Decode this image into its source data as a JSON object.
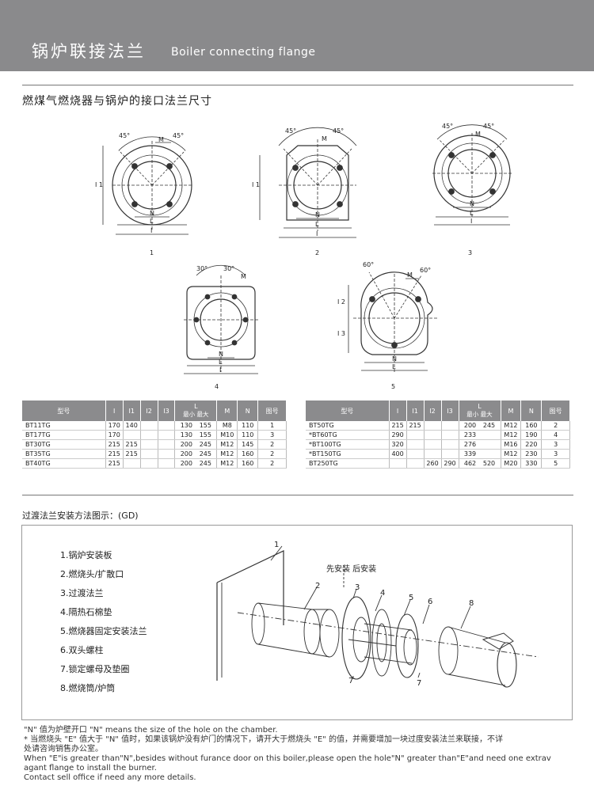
{
  "header": {
    "title_cn": "锅炉联接法兰",
    "title_en": "Boiler connecting flange"
  },
  "subtitle": "燃煤气燃烧器与锅炉的接口法兰尺寸",
  "figures": {
    "fig1": {
      "number": "1",
      "angle": "45°",
      "m": "M",
      "n": "N",
      "l": "L",
      "i": "I",
      "i1": "I 1"
    },
    "fig2": {
      "number": "2",
      "angle": "45°",
      "m": "M",
      "n": "N",
      "l": "L",
      "i": "I",
      "i1": "I 1"
    },
    "fig3": {
      "number": "3",
      "angle": "45°",
      "m": "M",
      "n": "N",
      "l": "L",
      "i": "I"
    },
    "fig4": {
      "number": "4",
      "angle": "30°",
      "m": "M",
      "n": "N",
      "l": "L",
      "i": "I"
    },
    "fig5": {
      "number": "5",
      "angle": "60°",
      "m": "M",
      "n": "N",
      "l": "L",
      "i2": "I 2",
      "i3": "I 3"
    }
  },
  "table_headers": {
    "model": "型号",
    "i": "I",
    "i1": "I1",
    "i2": "I2",
    "i3": "I3",
    "l": "L",
    "l_min_max": "最小 最大",
    "m": "M",
    "n": "N",
    "fig": "图号"
  },
  "table_left": [
    {
      "model": "BT11TG",
      "i": "170",
      "i1": "140",
      "i2": "",
      "i3": "",
      "lmin": "130",
      "lmax": "155",
      "m": "M8",
      "n": "110",
      "fig": "1"
    },
    {
      "model": "BT17TG",
      "i": "170",
      "i1": "",
      "i2": "",
      "i3": "",
      "lmin": "130",
      "lmax": "155",
      "m": "M10",
      "n": "110",
      "fig": "3"
    },
    {
      "model": "BT30TG",
      "i": "215",
      "i1": "215",
      "i2": "",
      "i3": "",
      "lmin": "200",
      "lmax": "245",
      "m": "M12",
      "n": "145",
      "fig": "2"
    },
    {
      "model": "BT35TG",
      "i": "215",
      "i1": "215",
      "i2": "",
      "i3": "",
      "lmin": "200",
      "lmax": "245",
      "m": "M12",
      "n": "160",
      "fig": "2"
    },
    {
      "model": "BT40TG",
      "i": "215",
      "i1": "",
      "i2": "",
      "i3": "",
      "lmin": "200",
      "lmax": "245",
      "m": "M12",
      "n": "160",
      "fig": "2"
    }
  ],
  "table_right": [
    {
      "model": "BT50TG",
      "i": "215",
      "i1": "215",
      "i2": "",
      "i3": "",
      "lmin": "200",
      "lmax": "245",
      "m": "M12",
      "n": "160",
      "fig": "2"
    },
    {
      "model": "*BT60TG",
      "i": "290",
      "i1": "",
      "i2": "",
      "i3": "",
      "lmin": "233",
      "lmax": "",
      "m": "M12",
      "n": "190",
      "fig": "4"
    },
    {
      "model": "*BT100TG",
      "i": "320",
      "i1": "",
      "i2": "",
      "i3": "",
      "lmin": "276",
      "lmax": "",
      "m": "M16",
      "n": "220",
      "fig": "3"
    },
    {
      "model": "*BT150TG",
      "i": "400",
      "i1": "",
      "i2": "",
      "i3": "",
      "lmin": "339",
      "lmax": "",
      "m": "M12",
      "n": "230",
      "fig": "3"
    },
    {
      "model": "BT250TG",
      "i": "",
      "i1": "",
      "i2": "260",
      "i3": "290",
      "lmin": "462",
      "lmax": "520",
      "m": "M20",
      "n": "330",
      "fig": "5"
    }
  ],
  "installation": {
    "title": "过渡法兰安装方法图示：(GD)",
    "legend": [
      "1.锅炉安装板",
      "2.燃烧头/扩散口",
      "3.过渡法兰",
      "4.隔热石棉垫",
      "5.燃烧器固定安装法兰",
      "6.双头螺柱",
      "7.锁定螺母及垫圈",
      "8.燃烧筒/炉筒"
    ],
    "callout": "先安装  后安装",
    "part_numbers": [
      "1",
      "2",
      "3",
      "4",
      "5",
      "6",
      "7",
      "7",
      "8"
    ]
  },
  "notes": [
    "\"N\" 值为炉壁开口   \"N\" means the size of the hole on the chamber.",
    "* 当燃烧头 \"E\" 值大于 \"N\" 值时，如果该锅炉没有炉门的情况下，请开大于燃烧头 \"E\" 的值，并需要增加一块过度安装法兰来联接，不详",
    "   处请咨询销售办公室。",
    "When \"E\"is greater than\"N\",besides without furance door on this boiler,please open the hole\"N\" greater than\"E\"and need one extrav",
    "agant  flange to install the burner.",
    "Contact sell office if need any more details."
  ]
}
